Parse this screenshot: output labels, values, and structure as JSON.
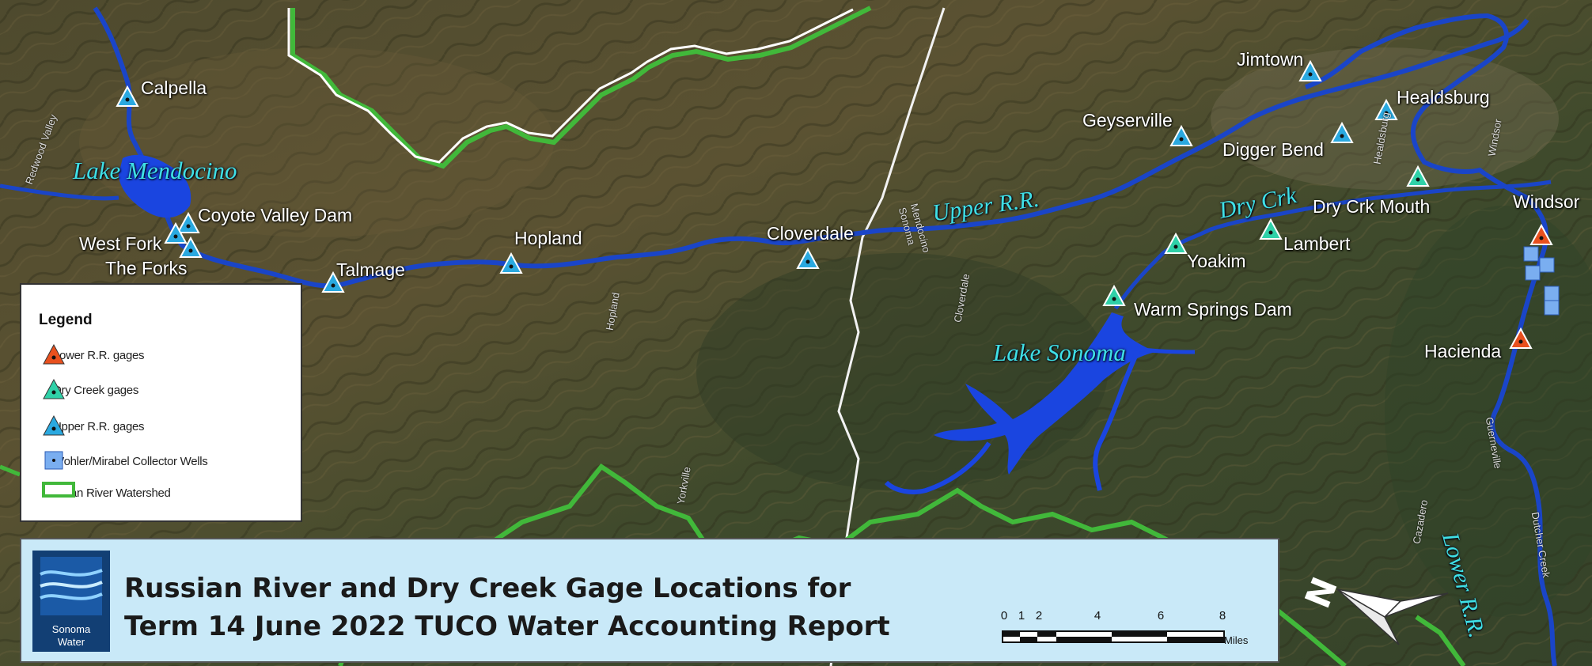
{
  "map": {
    "title_line1": "Russian River and Dry Creek Gage Locations for",
    "title_line2": "Term 14 June 2022 TUCO Water Accounting Report",
    "logo_text_line1": "Sonoma",
    "logo_text_line2": "Water",
    "gages": {
      "upper": [
        "Calpella",
        "Coyote Valley Dam",
        "West Fork",
        "The Forks",
        "Talmage",
        "Hopland",
        "Cloverdale",
        "Geyserville",
        "Jimtown",
        "Healdsburg",
        "Digger Bend"
      ],
      "dry_creek": [
        "Warm Springs Dam",
        "Yoakim",
        "Lambert",
        "Dry Crk Mouth"
      ],
      "lower": [
        "Windsor",
        "Hacienda"
      ]
    },
    "water_labels": [
      "Lake Mendocino",
      "Lake Sonoma",
      "Upper R.R.",
      "Dry Crk",
      "Lower R.R."
    ],
    "road_labels": [
      "Redwood Valley",
      "Hopland",
      "Yorkville",
      "Cloverdale",
      "Mendocino",
      "Sonoma",
      "Healdsburg",
      "Windsor",
      "Guerneville",
      "Dutcher Creek",
      "Cazadero"
    ],
    "colors": {
      "upper_gage": "#2aa9e0",
      "dry_creek_gage": "#2fd1a8",
      "lower_gage": "#e8501e",
      "collector_well": "#7aaef0",
      "watershed_boundary": "#41b83a",
      "river": "#1440c8"
    }
  },
  "legend": {
    "title": "Legend",
    "items": [
      {
        "label": "Lower R.R. gages",
        "icon": "orange-triangle-icon"
      },
      {
        "label": "Dry Creek  gages",
        "icon": "teal-triangle-icon"
      },
      {
        "label": "Upper R.R. gages",
        "icon": "blue-triangle-icon"
      },
      {
        "label": "Wohler/Mirabel Collector Wells",
        "icon": "blue-square-icon"
      },
      {
        "label": "Russian River Watershed",
        "icon": "green-outline-box-icon"
      }
    ]
  },
  "scale_bar": {
    "ticks": [
      "0",
      "1",
      "2",
      "4",
      "6",
      "8"
    ],
    "units": "Miles"
  },
  "north_arrow": {
    "letter": "N"
  }
}
